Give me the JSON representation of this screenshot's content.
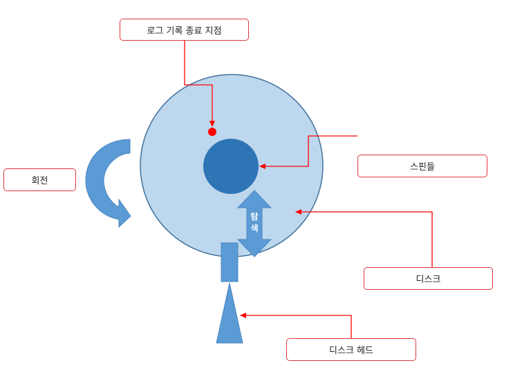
{
  "labels": {
    "log_end": "로그 기록 종료 지점",
    "rotation": "회전",
    "spindle": "스핀들",
    "disk": "디스크",
    "disk_head": "디스크 헤드",
    "seek_line1": "탐",
    "seek_line2": "색"
  },
  "colors": {
    "disk_fill": "#bdd7ee",
    "disk_stroke": "#41719c",
    "spindle_fill": "#2e75b6",
    "arrow_fill": "#5b9bd5",
    "callout_red": "#ff0000",
    "box_border": "#e0363b"
  }
}
